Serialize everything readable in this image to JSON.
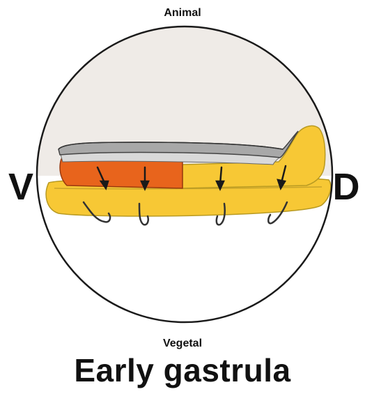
{
  "labels": {
    "top": "Animal",
    "bottom": "Vegetal",
    "left": "V",
    "right": "D"
  },
  "title": "Early gastrula",
  "colors": {
    "background": "#ffffff",
    "outline": "#1a1a1a",
    "blastocoel_roof": "#efebe7",
    "ectoderm_top": "#a8a8a8",
    "ectoderm_band": "#d9d9d9",
    "ventral_mesoderm": "#e8641c",
    "dorsal_mesoderm": "#f7c835",
    "endoderm": "#f7c835",
    "arrows": "#1a1a1a"
  }
}
